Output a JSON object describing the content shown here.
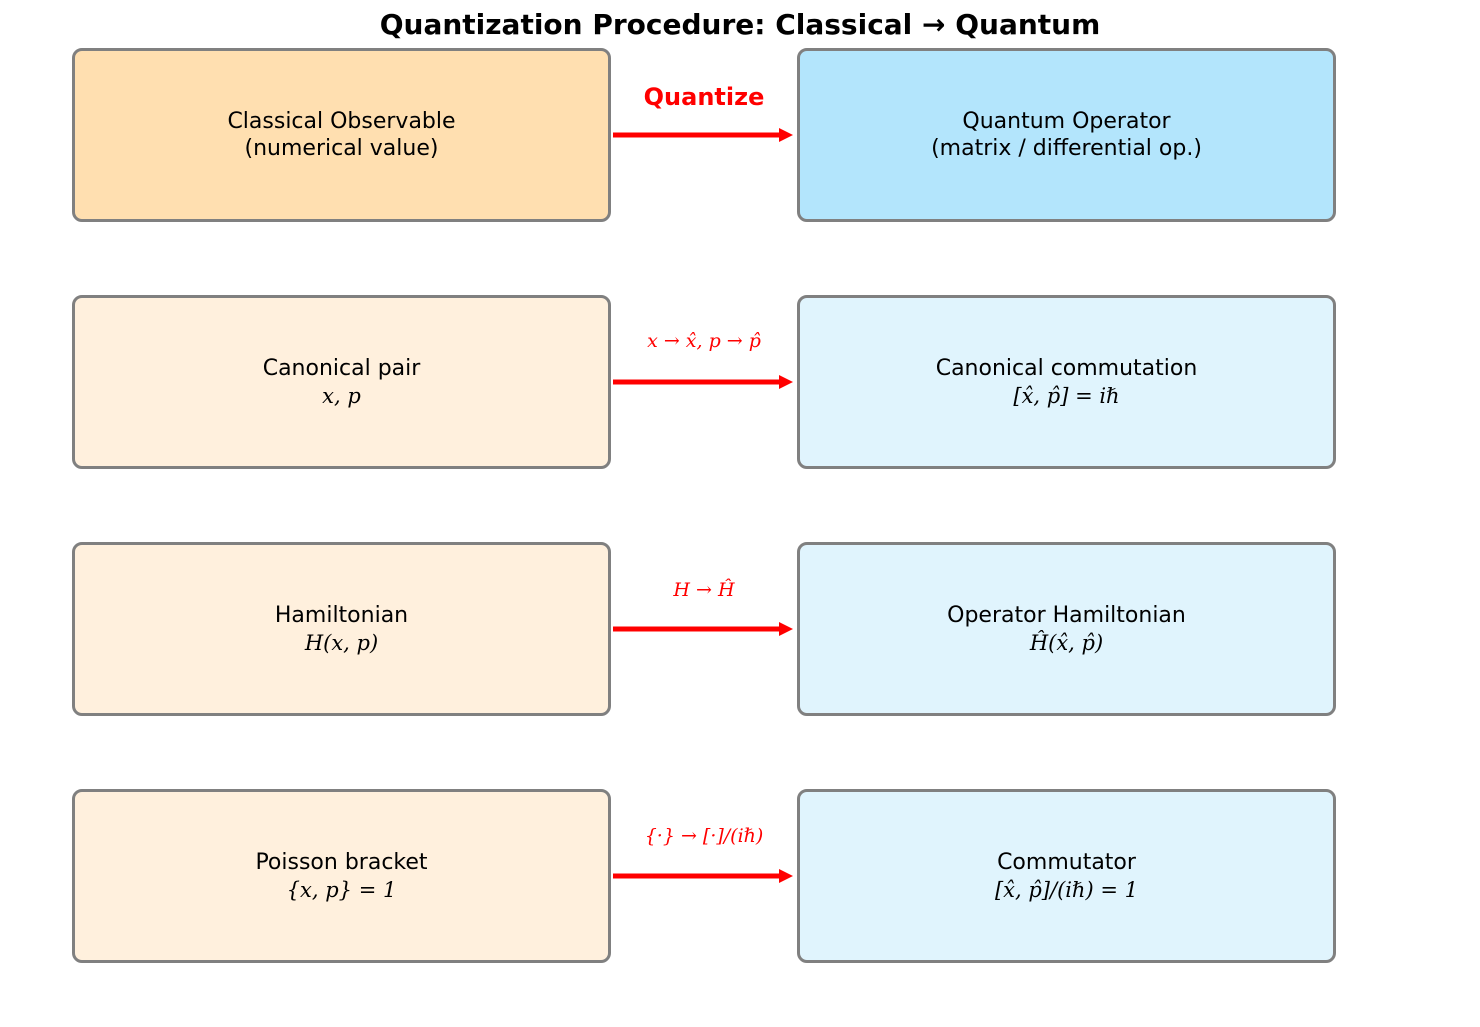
{
  "title": "Quantization Procedure: Classical → Quantum",
  "colors": {
    "arrow": "#ff0000",
    "box_border": "#808080",
    "header_left_fill": "#ffdfb0",
    "header_right_fill": "#b3e5fc",
    "left_fill": "#fff0dd",
    "right_fill": "#e0f4fd"
  },
  "rows": [
    {
      "left": {
        "line1": "Classical Observable",
        "line2": "(numerical value)"
      },
      "arrow_label": "Quantize",
      "right": {
        "line1": "Quantum Operator",
        "line2": "(matrix / differential op.)"
      }
    },
    {
      "left": {
        "line1": "Canonical pair",
        "line2": "x, p"
      },
      "arrow_label": "x → x̂,  p → p̂",
      "right": {
        "line1": "Canonical commutation",
        "line2": "[x̂, p̂] = iℏ"
      }
    },
    {
      "left": {
        "line1": "Hamiltonian",
        "line2": "H(x, p)"
      },
      "arrow_label": "H → Ĥ",
      "right": {
        "line1": "Operator Hamiltonian",
        "line2": "Ĥ(x̂, p̂)"
      }
    },
    {
      "left": {
        "line1": "Poisson bracket",
        "line2": "{x, p} = 1"
      },
      "arrow_label": "{·} → [·]/(iℏ)",
      "right": {
        "line1": "Commutator",
        "line2": "[x̂, p̂]/(iℏ) = 1"
      }
    }
  ]
}
